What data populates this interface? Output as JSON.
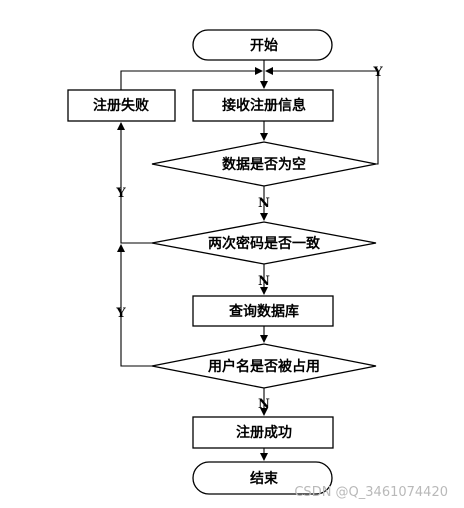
{
  "nodes": {
    "start": "开始",
    "receive": "接收注册信息",
    "empty_check": "数据是否为空",
    "password_check": "两次密码是否一致",
    "query_db": "查询数据库",
    "username_check": "用户名是否被占用",
    "success": "注册成功",
    "fail": "注册失败",
    "end": "结束"
  },
  "edges": {
    "empty_yes": "Y",
    "empty_no": "N",
    "password_yes": "Y",
    "password_no": "N",
    "username_yes": "Y",
    "username_no": "N"
  },
  "watermark": "CSDN @Q_3461074420"
}
